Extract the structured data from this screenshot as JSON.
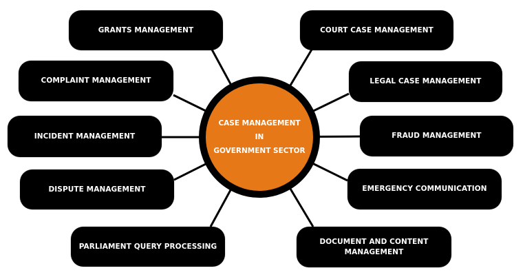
{
  "diagram": {
    "type": "hub-and-spoke",
    "hub": {
      "lines": [
        "CASE MANAGEMENT",
        "IN",
        "GOVERNMENT SECTOR"
      ],
      "fill_color": "#e77817",
      "border_color": "#000000",
      "text_color": "#ffffff"
    },
    "node_style": {
      "fill_color": "#000000",
      "text_color": "#ffffff",
      "connector_color": "#000000"
    },
    "left_nodes": [
      {
        "id": "grants",
        "lines": [
          "GRANTS MANAGEMENT"
        ]
      },
      {
        "id": "complaint",
        "lines": [
          "COMPLAINT MANAGEMENT"
        ]
      },
      {
        "id": "incident",
        "lines": [
          "INCIDENT MANAGEMENT"
        ]
      },
      {
        "id": "dispute",
        "lines": [
          "DISPUTE MANAGEMENT"
        ]
      },
      {
        "id": "parliament",
        "lines": [
          "PARLIAMENT QUERY PROCESSING"
        ]
      }
    ],
    "right_nodes": [
      {
        "id": "court",
        "lines": [
          "COURT CASE MANAGEMENT"
        ]
      },
      {
        "id": "legal",
        "lines": [
          "LEGAL CASE MANAGEMENT"
        ]
      },
      {
        "id": "fraud",
        "lines": [
          "FRAUD MANAGEMENT"
        ]
      },
      {
        "id": "emergency",
        "lines": [
          "EMERGENCY COMMUNICATION"
        ]
      },
      {
        "id": "document",
        "lines": [
          "DOCUMENT AND CONTENT",
          "MANAGEMENT"
        ]
      }
    ],
    "edges": [
      [
        "hub",
        "grants"
      ],
      [
        "hub",
        "complaint"
      ],
      [
        "hub",
        "incident"
      ],
      [
        "hub",
        "dispute"
      ],
      [
        "hub",
        "parliament"
      ],
      [
        "hub",
        "court"
      ],
      [
        "hub",
        "legal"
      ],
      [
        "hub",
        "fraud"
      ],
      [
        "hub",
        "emergency"
      ],
      [
        "hub",
        "document"
      ]
    ]
  }
}
